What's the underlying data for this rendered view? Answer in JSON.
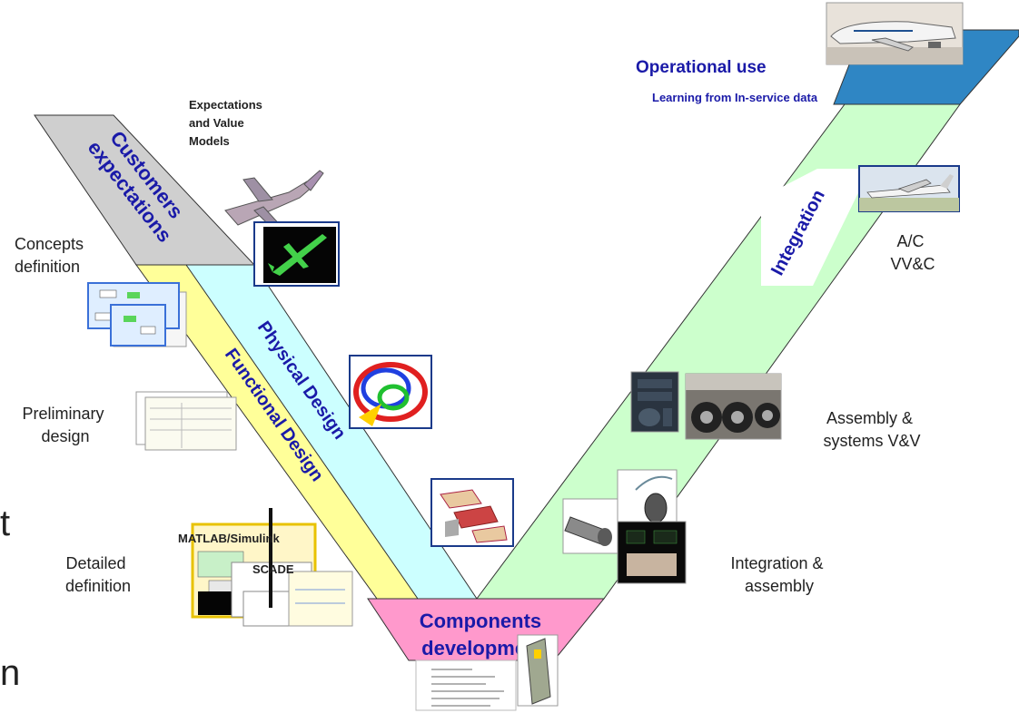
{
  "colors": {
    "customers_band": "#cfcfcf",
    "yellow_band": "#ffff99",
    "physical_band": "#ccffff",
    "integration_band": "#ccffcc",
    "components_box": "#ff99cc",
    "operational_box": "#2f86c4",
    "navy_text": "#1a1aa8"
  },
  "stages": {
    "customers": "Customers\nexpectations",
    "physical": "Physical Design",
    "functional": "Functional Design",
    "components": "Components\ndevelopment",
    "integration": "Integration",
    "operational": "Operational use",
    "operational_sub": "Learning from In-service data"
  },
  "left_labels": {
    "expectations": "Expectations\nand Value\nModels",
    "concepts": "Concepts\ndefinition",
    "preliminary": "Preliminary\ndesign",
    "detailed": "Detailed\ndefinition",
    "matlab": "MATLAB/Simulink",
    "scade": "SCADE"
  },
  "right_labels": {
    "ac": "A/C\nVV&C",
    "assembly": "Assembly &\nsystems V&V",
    "integration_assembly": "Integration &\nassembly"
  },
  "edge_fragments": {
    "t": "t",
    "n": "n"
  },
  "icons": {
    "aircraft_model": "aircraft-3d-icon",
    "airliner_ground": "airliner-icon",
    "airliner_takeoff": "airliner-takeoff-icon",
    "cockpit_panel": "cockpit-panel-icon",
    "landing_gear": "landing-gear-icon",
    "engine_part": "engine-part-icon",
    "code_listing": "code-listing-icon",
    "electronic_unit": "electronic-unit-icon"
  }
}
